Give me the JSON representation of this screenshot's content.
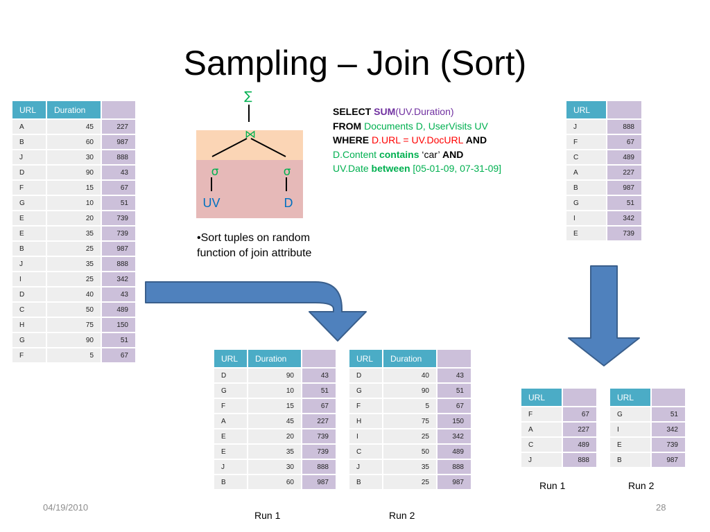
{
  "slide": {
    "title": "Sampling – Join (Sort)",
    "date": "04/19/2010",
    "page_number": "28"
  },
  "plan": {
    "sum_symbol": "∑",
    "join_symbol": "⋈",
    "select_symbol": "σ",
    "left_leaf": "UV",
    "right_leaf": "D"
  },
  "sql": {
    "line1": {
      "kw": "SELECT",
      "fn": "SUM",
      "rest": "(UV.Duration)"
    },
    "line2": {
      "kw": "FROM",
      "rest": "Documents D, UserVisits UV"
    },
    "line3": {
      "kw": "WHERE",
      "cond": "D.URL = UV.DocURL",
      "and": "AND"
    },
    "line4": {
      "pre": "D.Content",
      "op": "contains",
      "val": "‘car’",
      "and": "AND"
    },
    "line5": {
      "pre": "UV.Date",
      "op": "between",
      "val": "[05-01-09, 07-31-09]"
    }
  },
  "bullet": {
    "line1": "•Sort tuples on random",
    "line2": "function of join attribute"
  },
  "headers": {
    "url": "URL",
    "duration": "Duration",
    "key": ""
  },
  "uservisits_table": {
    "rows": [
      {
        "url": "A",
        "duration": "45",
        "key": "227"
      },
      {
        "url": "B",
        "duration": "60",
        "key": "987"
      },
      {
        "url": "J",
        "duration": "30",
        "key": "888"
      },
      {
        "url": "D",
        "duration": "90",
        "key": "43"
      },
      {
        "url": "F",
        "duration": "15",
        "key": "67"
      },
      {
        "url": "G",
        "duration": "10",
        "key": "51"
      },
      {
        "url": "E",
        "duration": "20",
        "key": "739"
      },
      {
        "url": "E",
        "duration": "35",
        "key": "739"
      },
      {
        "url": "B",
        "duration": "25",
        "key": "987"
      },
      {
        "url": "J",
        "duration": "35",
        "key": "888"
      },
      {
        "url": "I",
        "duration": "25",
        "key": "342"
      },
      {
        "url": "D",
        "duration": "40",
        "key": "43"
      },
      {
        "url": "C",
        "duration": "50",
        "key": "489"
      },
      {
        "url": "H",
        "duration": "75",
        "key": "150"
      },
      {
        "url": "G",
        "duration": "90",
        "key": "51"
      },
      {
        "url": "F",
        "duration": "5",
        "key": "67"
      }
    ]
  },
  "documents_table": {
    "rows": [
      {
        "url": "J",
        "key": "888"
      },
      {
        "url": "F",
        "key": "67"
      },
      {
        "url": "C",
        "key": "489"
      },
      {
        "url": "A",
        "key": "227"
      },
      {
        "url": "B",
        "key": "987"
      },
      {
        "url": "G",
        "key": "51"
      },
      {
        "url": "I",
        "key": "342"
      },
      {
        "url": "E",
        "key": "739"
      }
    ]
  },
  "uv_run1": {
    "label": "Run 1",
    "rows": [
      {
        "url": "D",
        "duration": "90",
        "key": "43"
      },
      {
        "url": "G",
        "duration": "10",
        "key": "51"
      },
      {
        "url": "F",
        "duration": "15",
        "key": "67"
      },
      {
        "url": "A",
        "duration": "45",
        "key": "227"
      },
      {
        "url": "E",
        "duration": "20",
        "key": "739"
      },
      {
        "url": "E",
        "duration": "35",
        "key": "739"
      },
      {
        "url": "J",
        "duration": "30",
        "key": "888"
      },
      {
        "url": "B",
        "duration": "60",
        "key": "987"
      }
    ]
  },
  "uv_run2": {
    "label": "Run 2",
    "rows": [
      {
        "url": "D",
        "duration": "40",
        "key": "43"
      },
      {
        "url": "G",
        "duration": "90",
        "key": "51"
      },
      {
        "url": "F",
        "duration": "5",
        "key": "67"
      },
      {
        "url": "H",
        "duration": "75",
        "key": "150"
      },
      {
        "url": "I",
        "duration": "25",
        "key": "342"
      },
      {
        "url": "C",
        "duration": "50",
        "key": "489"
      },
      {
        "url": "J",
        "duration": "35",
        "key": "888"
      },
      {
        "url": "B",
        "duration": "25",
        "key": "987"
      }
    ]
  },
  "doc_run1": {
    "label": "Run 1",
    "rows": [
      {
        "url": "F",
        "key": "67"
      },
      {
        "url": "A",
        "key": "227"
      },
      {
        "url": "C",
        "key": "489"
      },
      {
        "url": "J",
        "key": "888"
      }
    ]
  },
  "doc_run2": {
    "label": "Run 2",
    "rows": [
      {
        "url": "G",
        "key": "51"
      },
      {
        "url": "I",
        "key": "342"
      },
      {
        "url": "E",
        "key": "739"
      },
      {
        "url": "B",
        "key": "987"
      }
    ]
  },
  "colors": {
    "header_blue": "#4bacc6",
    "key_purple": "#ccc0da",
    "cell_gray": "#eeeeee",
    "arrow_blue": "#4f81bd",
    "plan_top": "#fbd5b5",
    "plan_bottom": "#e6b9b8",
    "sql_green": "#00b050",
    "sql_purple": "#7030a0",
    "sql_red": "#ff0000"
  }
}
